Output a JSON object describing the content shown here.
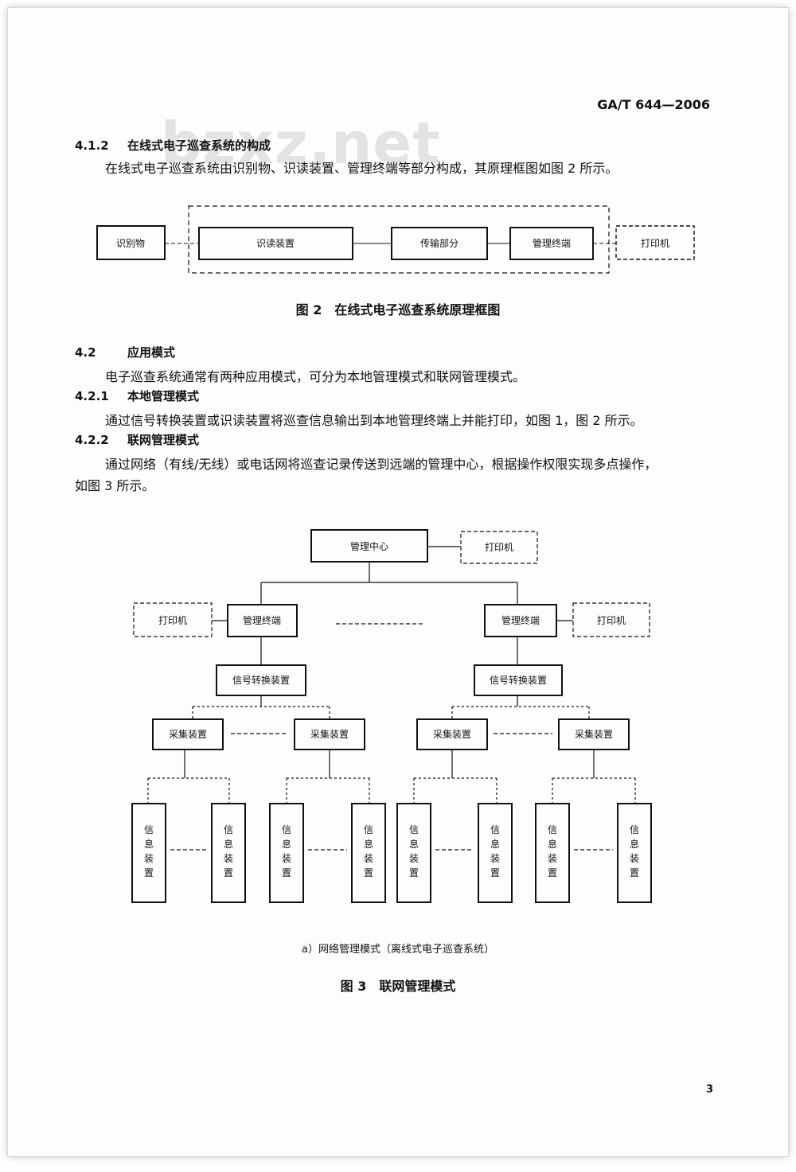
{
  "header": {
    "standard": "GA/T 644—2006",
    "watermark": "bzxz.net"
  },
  "sec412": {
    "num": "4.1.2",
    "title": "在线式电子巡查系统的构成",
    "para": "在线式电子巡查系统由识别物、识读装置、管理终端等部分构成，其原理框图如图 2 所示。"
  },
  "fig2": {
    "boxes": {
      "id_obj": "识别物",
      "reader": "识读装置",
      "transfer": "传输部分",
      "terminal": "管理终端",
      "printer": "打印机"
    },
    "caption": "图 2　在线式电子巡查系统原理框图"
  },
  "sec42": {
    "num": "4.2",
    "title": "应用模式",
    "para": "电子巡查系统通常有两种应用模式，可分为本地管理模式和联网管理模式。"
  },
  "sec421": {
    "num": "4.2.1",
    "title": "本地管理模式",
    "para": "通过信号转换装置或识读装置将巡查信息输出到本地管理终端上并能打印，如图 1，图 2 所示。"
  },
  "sec422": {
    "num": "4.2.2",
    "title": "联网管理模式",
    "para1": "通过网络（有线/无线）或电话网将巡查记录传送到远端的管理中心，根据操作权限实现多点操作，",
    "para2": "如图 3 所示。"
  },
  "fig3": {
    "boxes": {
      "center": "管理中心",
      "printer": "打印机",
      "terminal": "管理终端",
      "converter": "信号转换装置",
      "collector": "采集装置",
      "info_chars": [
        "信",
        "息",
        "装",
        "置"
      ]
    },
    "subcaption": "a）网络管理模式（离线式电子巡查系统）",
    "caption": "图 3　联网管理模式"
  },
  "page": {
    "number": "3"
  }
}
